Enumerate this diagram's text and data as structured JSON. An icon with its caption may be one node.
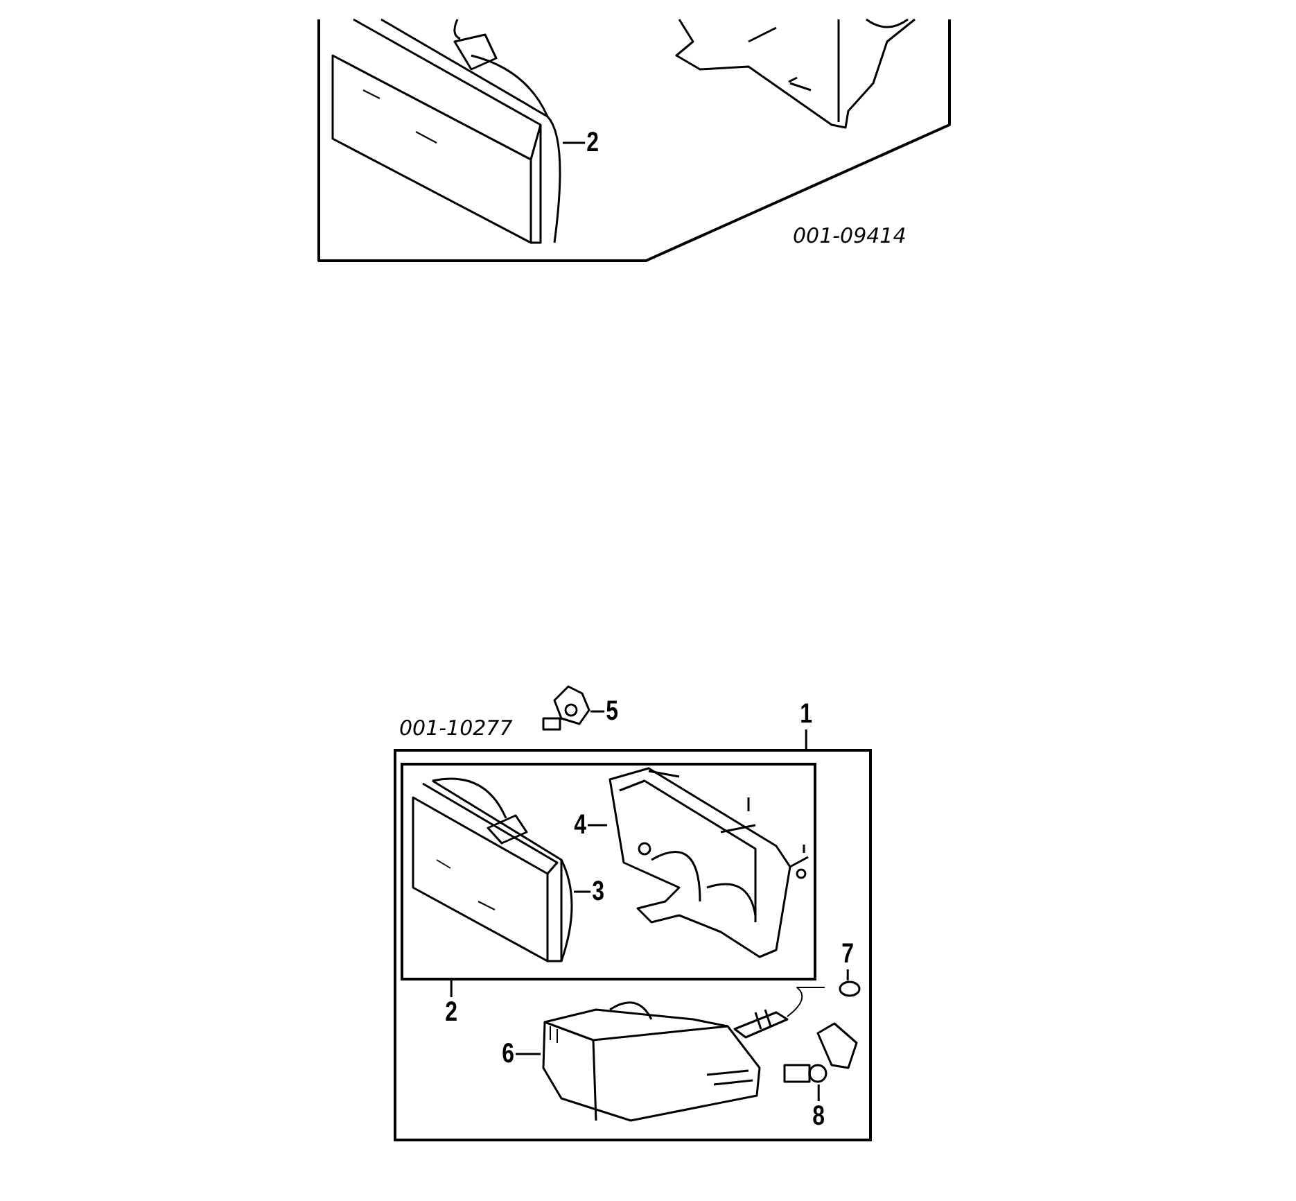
{
  "diagram": {
    "nodes": [
      {
        "text": [
          "2"
        ]
      },
      {
        "text": [],
        "shape": "picture"
      },
      {
        "text": [],
        "shape": "box"
      },
      {
        "text": [
          "5"
        ]
      },
      {
        "text": [],
        "shape": "picture"
      },
      {
        "text": [
          "1"
        ]
      },
      {
        "text": [],
        "shape": "box",
        "in": 2
      },
      {
        "text": [],
        "shape": "picture",
        "in": 6
      },
      {
        "text": [
          "4"
        ],
        "in": 6
      },
      {
        "text": [],
        "shape": "picture",
        "in": 6
      },
      {
        "text": [
          "3"
        ],
        "in": 6
      },
      {
        "text": [
          "7"
        ],
        "in": 2
      },
      {
        "text": [],
        "shape": "circle",
        "in": 2
      },
      {
        "text": [
          "2"
        ],
        "in": 2
      },
      {
        "text": [],
        "shape": "picture",
        "in": 2
      },
      {
        "text": [
          "6"
        ],
        "in": 2
      },
      {
        "text": [],
        "shape": "picture",
        "in": 2
      },
      {
        "text": [
          "8"
        ],
        "in": 2
      }
    ],
    "edges": [
      {
        "from": 0,
        "to": 1,
        "arrow": "none"
      },
      {
        "from": 3,
        "to": 4,
        "arrow": "none"
      },
      {
        "from": 5,
        "to": 2,
        "arrow": "none"
      },
      {
        "from": 8,
        "to": 9,
        "arrow": "none"
      },
      {
        "from": 10,
        "to": 7,
        "arrow": "none"
      },
      {
        "from": 11,
        "to": 12,
        "arrow": "none"
      },
      {
        "from": 13,
        "to": 6,
        "arrow": "none"
      },
      {
        "from": 15,
        "to": 14,
        "arrow": "none"
      },
      {
        "from": 17,
        "to": 16,
        "arrow": "none"
      }
    ],
    "labels": [
      "001-09414",
      "001-10277"
    ]
  }
}
